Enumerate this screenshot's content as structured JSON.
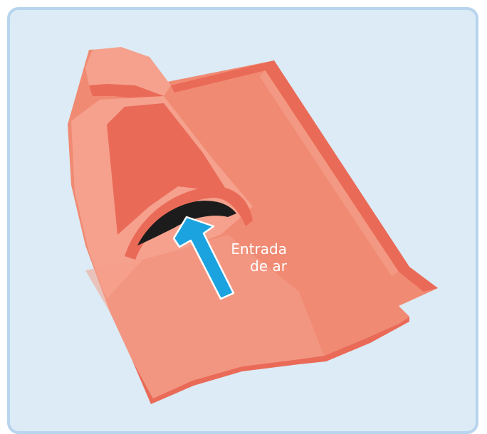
{
  "annotation": {
    "line1": "Entrada",
    "line2": "de ar"
  },
  "colors": {
    "panel_background": "#dcebf5",
    "panel_border": "#b8d4ee",
    "tile_base": "#f08a73",
    "tile_light": "#f5a18d",
    "tile_dark": "#ea6a58",
    "opening": "#1c1c1c",
    "arrow": "#1ba3e0",
    "label_text": "#ffffff"
  },
  "icons": [
    "roof-tile-illustration",
    "air-inlet-arrow-icon"
  ]
}
